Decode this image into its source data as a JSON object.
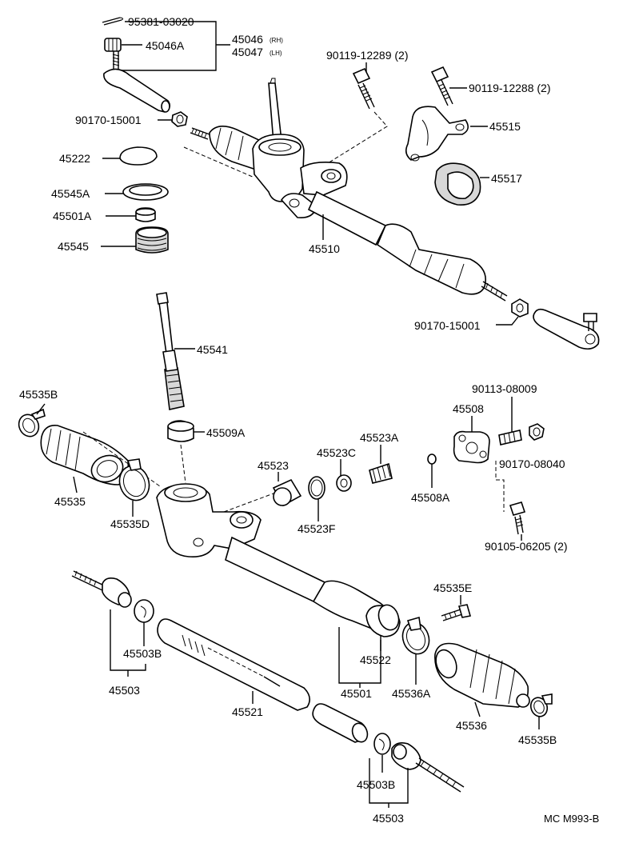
{
  "labels": {
    "p95381": "95381-03020",
    "p45046A": "45046A",
    "p45046": "45046",
    "rh": "(RH)",
    "p45047": "45047",
    "lh": "(LH)",
    "p90119_12289": "90119-12289 (2)",
    "p90119_12288": "90119-12288 (2)",
    "p90170_15001a": "90170-15001",
    "p45515": "45515",
    "p45222": "45222",
    "p45517": "45517",
    "p45545A": "45545A",
    "p45501A": "45501A",
    "p45545": "45545",
    "p45510": "45510",
    "p90170_15001b": "90170-15001",
    "p45541": "45541",
    "p90113": "90113-08009",
    "p45535B_a": "45535B",
    "p45508": "45508",
    "p45509A": "45509A",
    "p45523A": "45523A",
    "p45523C": "45523C",
    "p90170_08040": "90170-08040",
    "p45523": "45523",
    "p45535": "45535",
    "p45508A": "45508A",
    "p45535D": "45535D",
    "p45523F": "45523F",
    "p90105": "90105-06205 (2)",
    "p45535E": "45535E",
    "p45503B_a": "45503B",
    "p45522": "45522",
    "p45503_a": "45503",
    "p45501": "45501",
    "p45536A": "45536A",
    "p45521": "45521",
    "p45536": "45536",
    "p45535B_b": "45535B",
    "p45503B_b": "45503B",
    "p45503_b": "45503",
    "code": "MC M993-B"
  }
}
